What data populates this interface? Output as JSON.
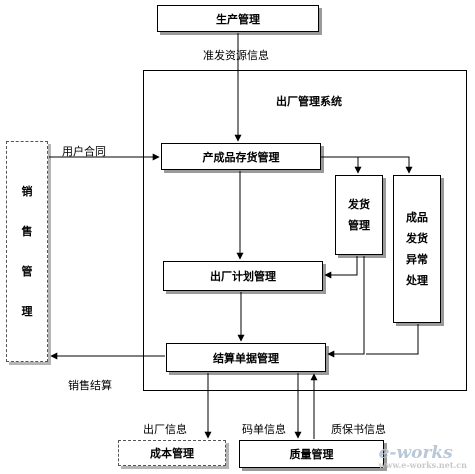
{
  "diagram": {
    "system_title": "出厂管理系统",
    "nodes": {
      "production": "生产管理",
      "inventory": "产成品存货管理",
      "shipping": [
        "发货",
        "管理"
      ],
      "exception": [
        "成品",
        "发货",
        "异常",
        "处理"
      ],
      "plan": "出厂计划管理",
      "settlement": "结算单据管理",
      "sales": [
        "销",
        "售",
        "管",
        "理"
      ],
      "cost": "成本管理",
      "quality": "质量管理"
    },
    "edge_labels": {
      "release_info": "准发资源信息",
      "user_contract": "用户合同",
      "sales_settlement": "销售结算",
      "exit_info": "出厂信息",
      "code_sheet_info": "码单信息",
      "quality_cert_info": "质保书信息"
    }
  },
  "watermark": {
    "text": "e-works",
    "sub": "www.e-works.net.cn"
  }
}
